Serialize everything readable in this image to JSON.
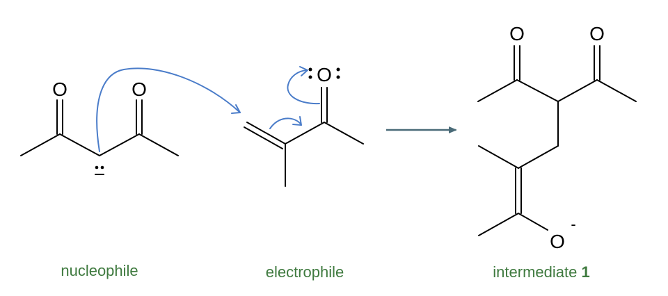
{
  "colors": {
    "caption": "#3f7a3f",
    "curly_arrow": "#4a7cc9",
    "reaction_arrow": "#4a6b78",
    "bond": "#000000"
  },
  "atoms": {
    "oxygen": "O",
    "anion_charge": "-"
  },
  "captions": {
    "nucleophile": "nucleophile",
    "electrophile": "electrophile",
    "intermediate_text": "intermediate ",
    "intermediate_number": "1"
  }
}
